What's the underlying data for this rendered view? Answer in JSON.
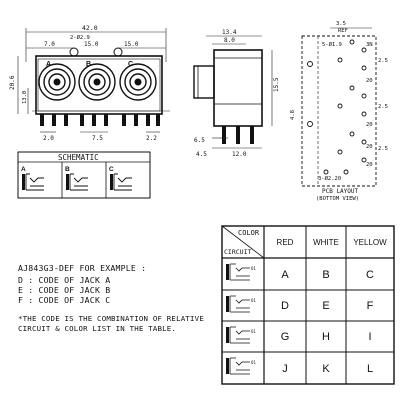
{
  "front_view": {
    "dims": [
      "42.0",
      "7.0",
      "2-Ø2.9",
      "15.0",
      "15.0",
      "7.5",
      "20.6",
      "13.0",
      "2.0",
      "2.2"
    ],
    "jack_letters": [
      "A",
      "B",
      "C"
    ]
  },
  "side_view": {
    "dims": [
      "13.4",
      "8.0",
      "15.5",
      "6.5",
      "12.0",
      "4.5"
    ]
  },
  "pcb_layout": {
    "dims": [
      "3.5",
      "REF",
      "5-Ø1.9",
      "2.5",
      "3N",
      "20",
      "20",
      "2.5",
      "20",
      "20",
      "3-Ø2.20",
      "4.8",
      "2.5"
    ],
    "caption_line1": "PCB LAYOUT",
    "caption_line2": "(BOTTOM VIEW)"
  },
  "schematic": {
    "title": "SCHEMATIC",
    "labels": [
      "A",
      "B",
      "C"
    ]
  },
  "example": {
    "heading": "AJ843G3-DEF FOR EXAMPLE :",
    "lines": [
      "D : CODE OF JACK A",
      "E : CODE OF JACK B",
      "F : CODE OF JACK C"
    ],
    "footnote_line1": "*THE CODE IS THE COMBINATION OF RELATIVE",
    "footnote_line2": "CIRCUIT & COLOR LIST IN THE TABLE."
  },
  "code_table": {
    "corner_top": "COLOR",
    "corner_bottom": "CIRCUIT",
    "columns": [
      "RED",
      "WHITE",
      "YELLOW"
    ],
    "rows": [
      [
        "A",
        "B",
        "C"
      ],
      [
        "D",
        "E",
        "F"
      ],
      [
        "G",
        "H",
        "I"
      ],
      [
        "J",
        "K",
        "L"
      ]
    ],
    "pin_label": "O1"
  }
}
